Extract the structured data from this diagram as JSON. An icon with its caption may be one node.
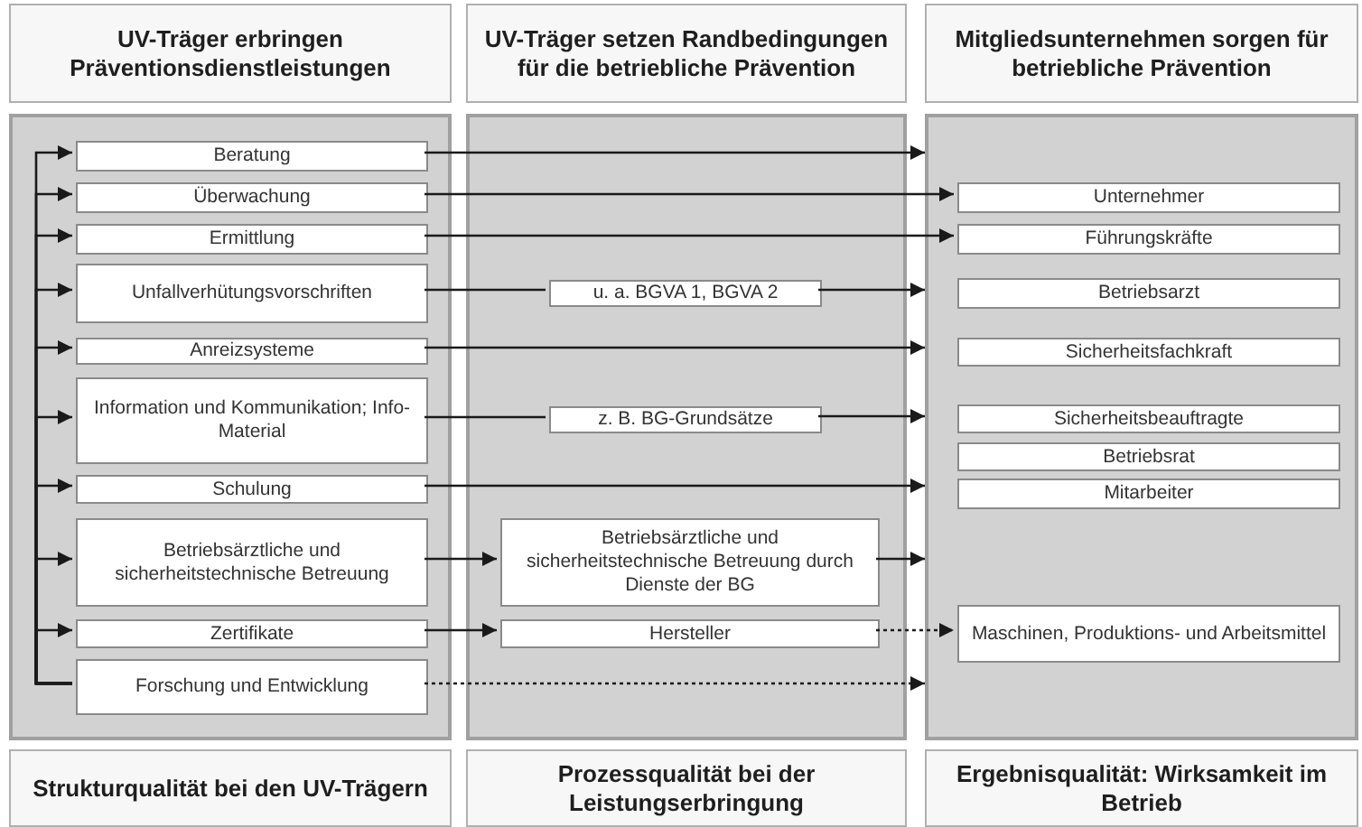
{
  "diagram": {
    "nodes": [
      {
        "text": [
          "UV-Träger erbringen Präventionsdienstleistungen"
        ]
      },
      {
        "text": [
          "UV-Träger setzen Randbedingungen für die betriebliche Prävention"
        ]
      },
      {
        "text": [
          "Mitgliedsunternehmen sorgen für betriebliche Prävention"
        ]
      },
      {
        "text": [],
        "shape": "box"
      },
      {
        "text": [
          "Beratung"
        ],
        "in": 3
      },
      {
        "text": [
          "Überwachung"
        ],
        "in": 3
      },
      {
        "text": [
          "Ermittlung"
        ],
        "in": 3
      },
      {
        "text": [
          "Unfallverhütungsvorschriften"
        ],
        "in": 3
      },
      {
        "text": [
          "Anreizsysteme"
        ],
        "in": 3
      },
      {
        "text": [
          "Information und Kommunikation; Info-Material"
        ],
        "in": 3
      },
      {
        "text": [
          "Schulung"
        ],
        "in": 3
      },
      {
        "text": [
          "Betriebsärztliche und sicherheitstechnische Betreuung"
        ],
        "in": 3
      },
      {
        "text": [
          "Zertifikate"
        ],
        "in": 3
      },
      {
        "text": [
          "Forschung und Entwicklung"
        ],
        "in": 3
      },
      {
        "text": [],
        "shape": "box"
      },
      {
        "text": [
          "u. a. BGVA 1, BGVA 2"
        ],
        "in": 14
      },
      {
        "text": [
          "z. B. BG-Grundsätze"
        ],
        "in": 14
      },
      {
        "text": [
          "Betriebsärztliche und sicherheitstechnische Betreuung durch Dienste der BG"
        ],
        "in": 14
      },
      {
        "text": [
          "Hersteller"
        ],
        "in": 14
      },
      {
        "text": [],
        "shape": "box"
      },
      {
        "text": [
          "Unternehmer"
        ],
        "in": 19
      },
      {
        "text": [
          "Führungskräfte"
        ],
        "in": 19
      },
      {
        "text": [
          "Betriebsarzt"
        ],
        "in": 19
      },
      {
        "text": [
          "Sicherheitsfachkraft"
        ],
        "in": 19
      },
      {
        "text": [
          "Sicherheitsbeauftragte"
        ],
        "in": 19
      },
      {
        "text": [
          "Betriebsrat"
        ],
        "in": 19
      },
      {
        "text": [
          "Mitarbeiter"
        ],
        "in": 19
      },
      {
        "text": [
          "Maschinen, Produktions- und Arbeitsmittel"
        ],
        "in": 19
      },
      {
        "text": [
          "Strukturqualität bei den UV-Trägern"
        ]
      },
      {
        "text": [
          "Prozessqualität bei der Leistungserbringung"
        ]
      },
      {
        "text": [
          "Ergebnisqualität: Wirksamkeit im Betrieb"
        ]
      }
    ],
    "edges": [
      {
        "from": 4,
        "to": 19,
        "arrow": "to"
      },
      {
        "from": 5,
        "to": 20,
        "arrow": "to"
      },
      {
        "from": 6,
        "to": 21,
        "arrow": "to"
      },
      {
        "from": 7,
        "to": 15,
        "arrow": "none"
      },
      {
        "from": 15,
        "to": 19,
        "arrow": "to"
      },
      {
        "from": 8,
        "to": 19,
        "arrow": "to"
      },
      {
        "from": 9,
        "to": 16,
        "arrow": "none"
      },
      {
        "from": 16,
        "to": 19,
        "arrow": "to"
      },
      {
        "from": 10,
        "to": 19,
        "arrow": "to"
      },
      {
        "from": 11,
        "to": 17,
        "arrow": "to"
      },
      {
        "from": 17,
        "to": 19,
        "arrow": "to"
      },
      {
        "from": 12,
        "to": 18,
        "arrow": "to"
      },
      {
        "from": 18,
        "to": 27,
        "arrow": "to",
        "style": "dashed"
      },
      {
        "from": 13,
        "to": 19,
        "arrow": "to",
        "style": "dashed"
      },
      {
        "from": 13,
        "to": 4,
        "arrow": "to"
      },
      {
        "from": 13,
        "to": 5,
        "arrow": "to"
      },
      {
        "from": 13,
        "to": 6,
        "arrow": "to"
      },
      {
        "from": 13,
        "to": 7,
        "arrow": "to"
      },
      {
        "from": 13,
        "to": 8,
        "arrow": "to"
      },
      {
        "from": 13,
        "to": 9,
        "arrow": "to"
      },
      {
        "from": 13,
        "to": 10,
        "arrow": "to"
      },
      {
        "from": 13,
        "to": 11,
        "arrow": "to"
      },
      {
        "from": 13,
        "to": 12,
        "arrow": "to"
      }
    ]
  }
}
